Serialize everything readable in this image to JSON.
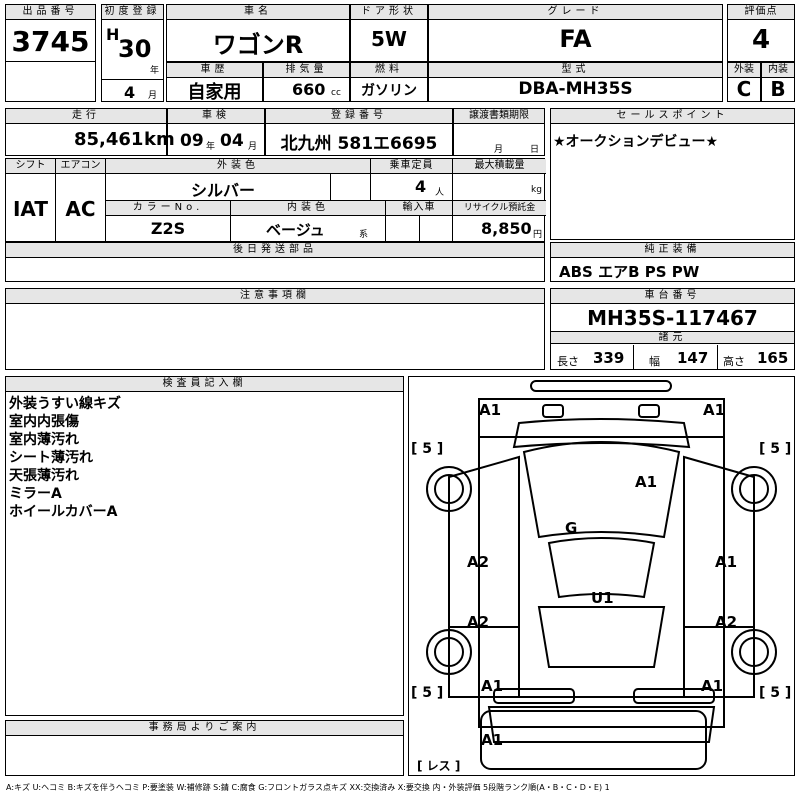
{
  "header": {
    "lot_label": "出品番号",
    "lot": "3745",
    "first_reg_label": "初度登録",
    "era": "H",
    "year": "30",
    "year_unit": "年",
    "month": "4",
    "month_unit": "月",
    "name_label": "車名",
    "name": "ワゴンR",
    "door_label": "ドア形状",
    "door": "5W",
    "grade_label": "グレード",
    "grade": "FA",
    "score_label": "評価点",
    "score": "4",
    "history_label": "車歴",
    "history": "自家用",
    "displacement_label": "排気量",
    "displacement": "660",
    "displacement_unit": "cc",
    "fuel_label": "燃料",
    "fuel": "ガソリン",
    "model_label": "型式",
    "model": "DBA-MH35S",
    "exterior_label": "外装",
    "exterior": "C",
    "interior_label": "内装",
    "interior": "B"
  },
  "row2": {
    "mileage_label": "走行",
    "mileage": "85,461",
    "mileage_unit": "km",
    "inspection_label": "車検",
    "insp_year": "09",
    "insp_year_unit": "年",
    "insp_month": "04",
    "insp_month_unit": "月",
    "plate_label": "登録番号",
    "plate": "北九州 581エ6695",
    "transfer_label": "譲渡書類期限",
    "transfer_month_unit": "月",
    "transfer_day_unit": "日",
    "shift_label": "シフト",
    "shift": "IAT",
    "ac_label": "エアコン",
    "ac": "AC",
    "color_label": "外装色",
    "color": "シルバー",
    "capacity_label": "乗車定員",
    "capacity": "4",
    "capacity_unit": "人",
    "load_label": "最大積載量",
    "load_unit": "kg",
    "color_no_label": "カラーNo.",
    "color_no": "Z2S",
    "int_color_label": "内装色",
    "int_color": "ベージュ",
    "int_color_unit": "系",
    "import_label": "輸入車",
    "recycle_label": "リサイクル預託金",
    "recycle": "8,850",
    "recycle_unit": "円"
  },
  "sales_point": {
    "label": "セールスポイント",
    "text": "★オークションデビュー★"
  },
  "later_parts": {
    "label": "後日発送部品"
  },
  "equipment": {
    "label": "純正装備",
    "text": "ABS エアB PS PW"
  },
  "notes": {
    "label": "注意事項欄"
  },
  "chassis": {
    "label": "車台番号",
    "number": "MH35S-117467",
    "spec_label": "諸元",
    "length_label": "長さ",
    "length": "339",
    "width_label": "幅",
    "width": "147",
    "height_label": "高さ",
    "height": "165"
  },
  "inspector": {
    "label": "検査員記入欄",
    "lines": [
      "外装うすい線キズ",
      "室内内張傷",
      "室内薄汚れ",
      "シート薄汚れ",
      "天張薄汚れ",
      "ミラーA",
      "ホイールカバーA"
    ]
  },
  "office": {
    "label": "事務局よりご案内"
  },
  "diagram": {
    "marks": {
      "fl": "A1",
      "fr": "A1",
      "roof": "A1",
      "glass": "G",
      "l1": "A2",
      "r1": "A1",
      "under": "U1",
      "l2": "A2",
      "r2": "A2",
      "rl": "A1",
      "rr": "A1",
      "rear": "A1"
    },
    "tire_tl": "[ 5 ]",
    "tire_tr": "[ 5 ]",
    "tire_bl": "[ 5 ]",
    "tire_br": "[ 5 ]",
    "spare": "[ レス ]"
  },
  "legend": "A:キズ U:ヘコミ B:キズを伴うヘコミ P:要塗装 W:補修跡 S:錆 C:腐食 G:フロントガラス点キズ XX:交換済み X:要交換 内・外装評価 5段階ランク順(A・B・C・D・E) 1"
}
